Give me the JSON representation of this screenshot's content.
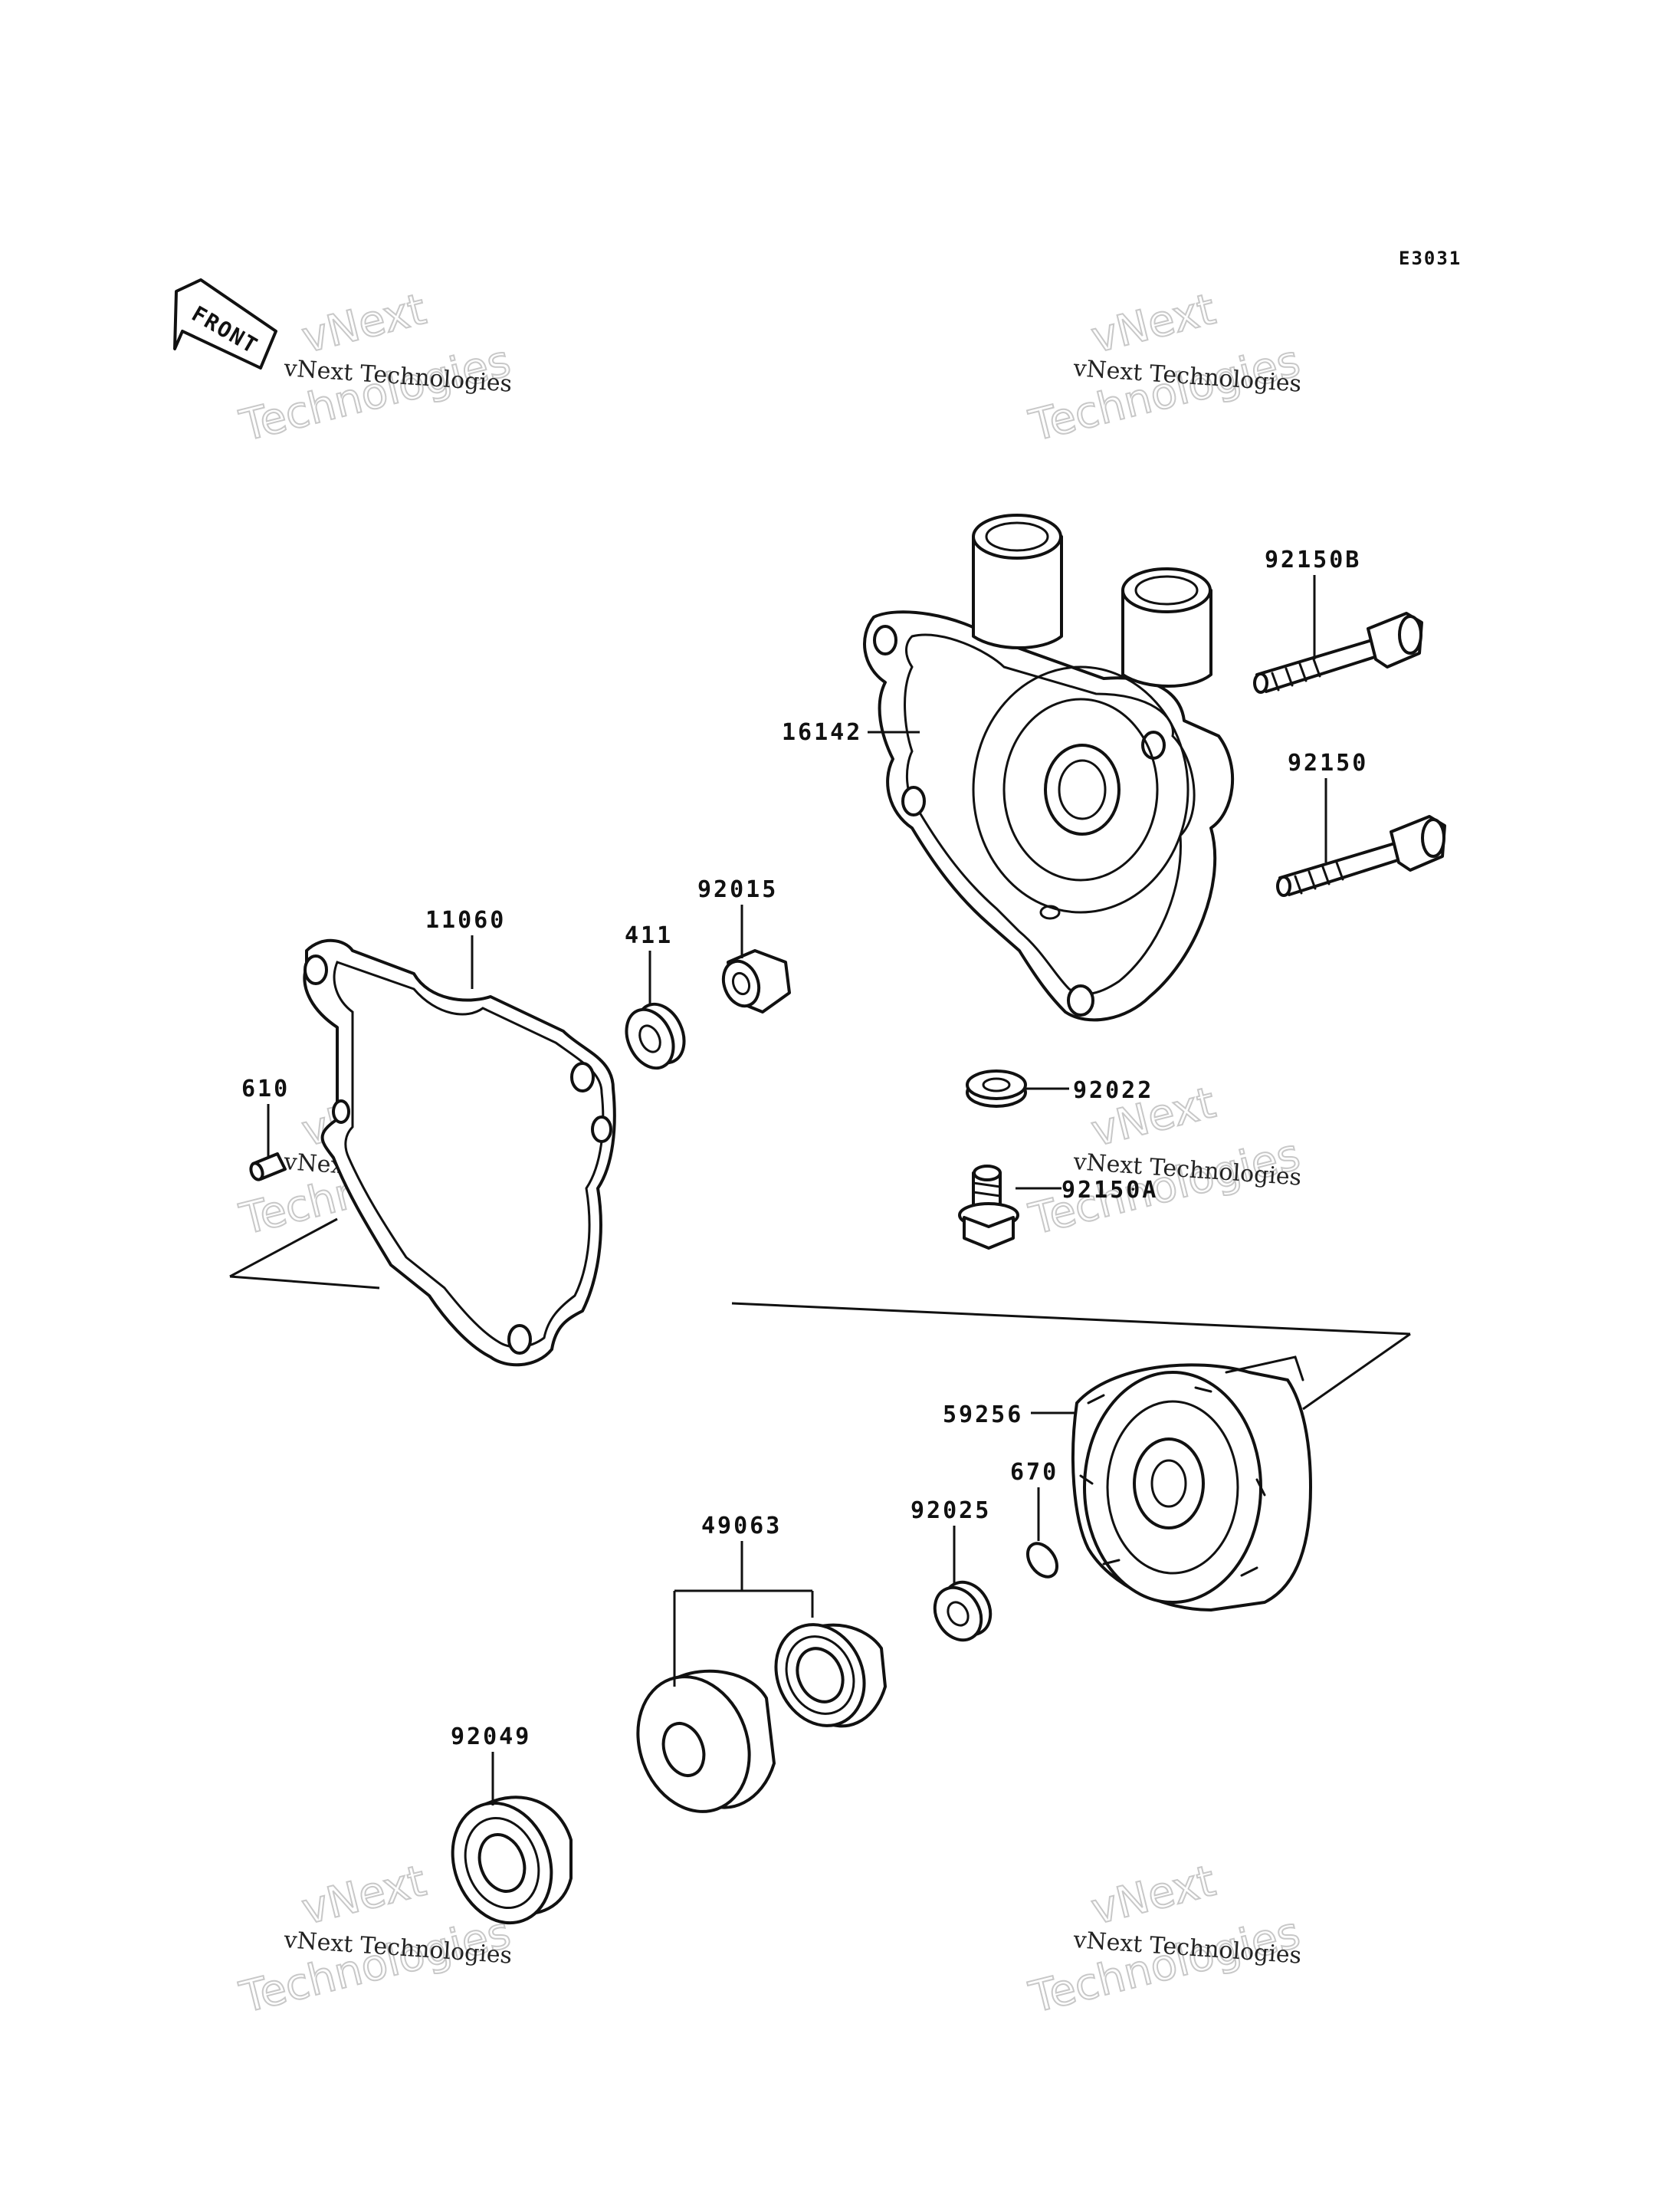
{
  "diagram_code": "E3031",
  "front_label": "FRONT",
  "watermark": {
    "line1": "vNext Technologies",
    "big1": "vNext",
    "big2": "Technologies"
  },
  "parts": [
    {
      "id": "16142"
    },
    {
      "id": "92150B"
    },
    {
      "id": "92150"
    },
    {
      "id": "11060"
    },
    {
      "id": "411"
    },
    {
      "id": "92015"
    },
    {
      "id": "610"
    },
    {
      "id": "92022"
    },
    {
      "id": "92150A"
    },
    {
      "id": "59256"
    },
    {
      "id": "670"
    },
    {
      "id": "92025"
    },
    {
      "id": "49063"
    },
    {
      "id": "92049"
    }
  ]
}
